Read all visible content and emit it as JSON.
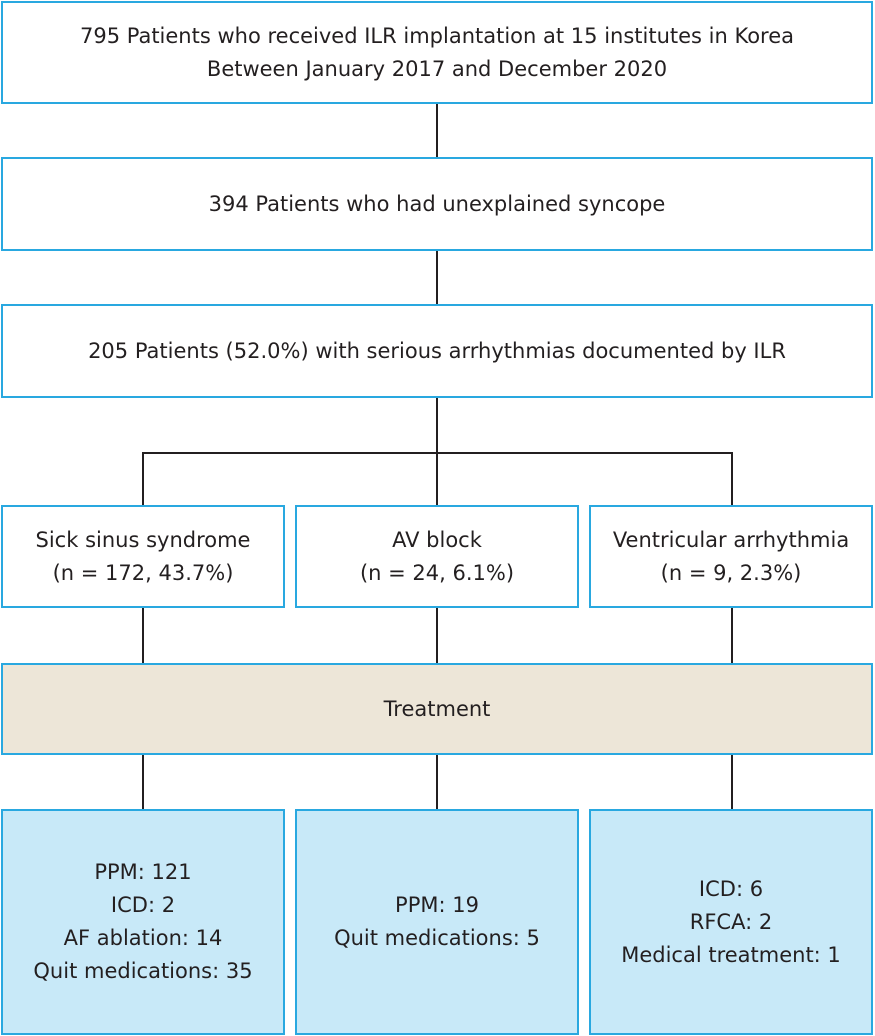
{
  "top": {
    "line1": "795 Patients who received ILR implantation at 15 institutes in Korea",
    "line2": "Between January 2017 and December 2020"
  },
  "step2": "394 Patients who had unexplained syncope",
  "step3": "205 Patients (52.0%) with serious arrhythmias documented by ILR",
  "groups": [
    {
      "title": "Sick sinus syndrome",
      "count": "(n = 172, 43.7%)"
    },
    {
      "title": "AV block",
      "count": "(n = 24, 6.1%)"
    },
    {
      "title": "Ventricular arrhythmia",
      "count": "(n = 9, 2.3%)"
    }
  ],
  "treatment": "Treatment",
  "outcomes": [
    [
      "PPM: 121",
      "ICD: 2",
      "AF ablation: 14",
      "Quit medications: 35"
    ],
    [
      "PPM: 19",
      "Quit medications: 5"
    ],
    [
      "ICD: 6",
      "RFCA: 2",
      "Medical treatment: 1"
    ]
  ],
  "colors": {
    "border": "#29a8e0",
    "treatment_fill": "#ede6d8",
    "outcome_fill": "#c8e9f8",
    "connector": "#231f20"
  }
}
